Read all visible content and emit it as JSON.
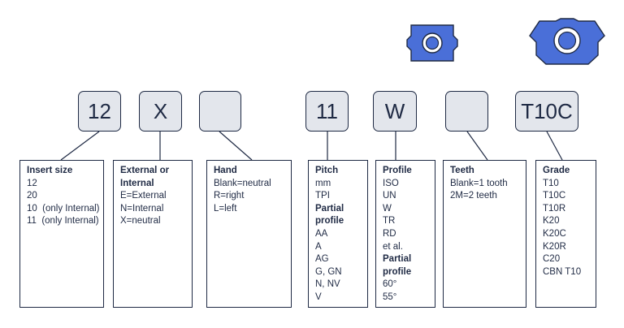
{
  "codes": [
    {
      "value": "12"
    },
    {
      "value": "X"
    },
    {
      "value": ""
    },
    {
      "value": "11"
    },
    {
      "value": "W"
    },
    {
      "value": ""
    },
    {
      "value": "T10C"
    }
  ],
  "boxes": [
    {
      "title": "Insert size",
      "lines": [
        "12",
        "20",
        "10  (only Internal)",
        "11  (only Internal)"
      ]
    },
    {
      "title_1": "External or",
      "title_2": "Internal",
      "lines": [
        "E=External",
        "N=Internal",
        "X=neutral"
      ]
    },
    {
      "title": "Hand",
      "lines": [
        "Blank=neutral",
        "R=right",
        "L=left"
      ]
    },
    {
      "title": "Pitch",
      "lines": [
        "mm",
        "TPI"
      ],
      "subtitle_1": "Partial",
      "subtitle_2": "profile",
      "lines2": [
        "AA",
        "A",
        "AG",
        "G, GN",
        "N, NV",
        "V"
      ]
    },
    {
      "title": "Profile",
      "lines": [
        "ISO",
        "UN",
        "W",
        "TR",
        "RD",
        "et al."
      ],
      "subtitle_1": "Partial",
      "subtitle_2": "profile",
      "lines2": [
        "60°",
        "55°"
      ]
    },
    {
      "title": "Teeth",
      "lines": [
        "Blank=1 tooth",
        "2M=2 teeth"
      ]
    },
    {
      "title": "Grade",
      "lines": [
        "T10",
        "T10C",
        "T10R",
        "K20",
        "K20C",
        "K20R",
        "C20",
        "CBN T10"
      ]
    }
  ],
  "colors": {
    "insert_blue": "#4a6fd8",
    "outline": "#1f2a44",
    "box_fill": "#e3e6ec"
  },
  "icons": [
    "single-tooth-insert-icon",
    "double-tooth-insert-icon"
  ]
}
